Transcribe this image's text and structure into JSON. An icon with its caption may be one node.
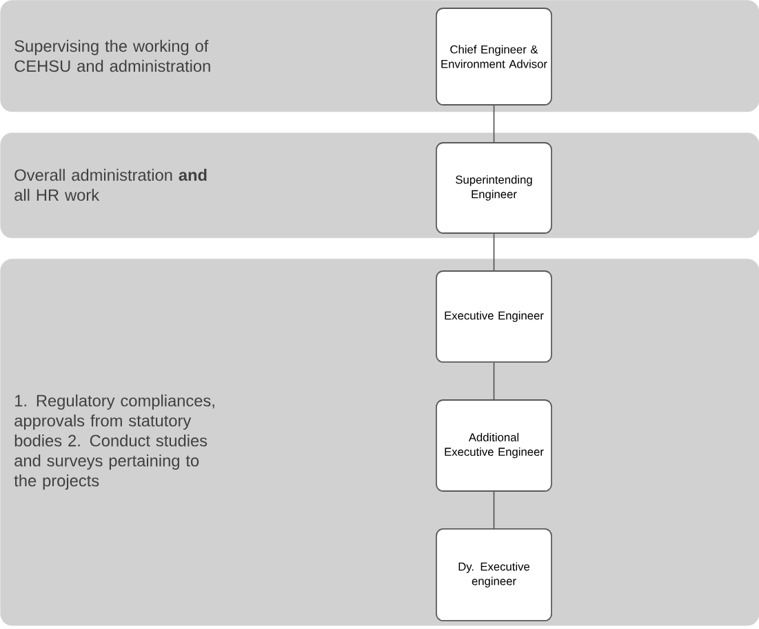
{
  "diagram": {
    "nodes": [
      {
        "text": [
          "Supervising the working of CEHSU and administration"
        ]
      },
      {
        "text": [
          "Chief Engineer & Environment Advisor"
        ],
        "in": 0
      },
      {
        "text": [
          "Overall administration **and** all HR work"
        ]
      },
      {
        "text": [
          "Superintending Engineer"
        ],
        "in": 2
      },
      {
        "text": [
          "1. Regulatory compliances, approvals from statutory bodies 2. Conduct studies and surveys pertaining to the projects"
        ]
      },
      {
        "text": [
          "Executive Engineer"
        ],
        "in": 4
      },
      {
        "text": [
          "Additional Executive Engineer"
        ],
        "in": 4
      },
      {
        "text": [
          "Dy. Executive engineer"
        ],
        "in": 4
      }
    ],
    "edges": [
      {
        "from": 1,
        "to": 3,
        "arrow": "none"
      },
      {
        "from": 3,
        "to": 5,
        "arrow": "none"
      },
      {
        "from": 5,
        "to": 6,
        "arrow": "none"
      },
      {
        "from": 6,
        "to": 7,
        "arrow": "none"
      }
    ]
  }
}
